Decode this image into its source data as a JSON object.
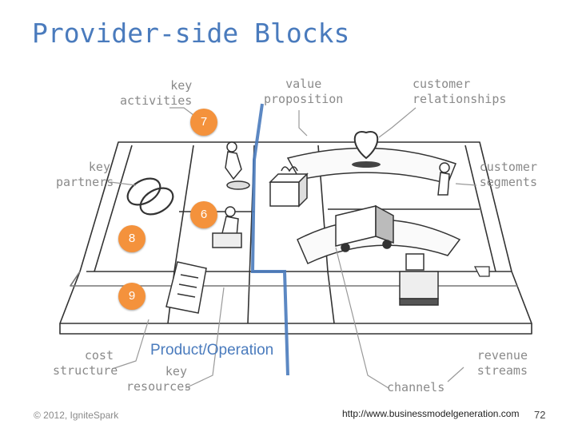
{
  "title": "Provider-side Blocks",
  "labels": {
    "key_activities": [
      "key",
      "activities"
    ],
    "value_proposition": [
      "value",
      "proposition"
    ],
    "customer_relationships": [
      "customer",
      "relationships"
    ],
    "key_partners": [
      "key",
      "partners"
    ],
    "customer_segments": [
      "customer",
      "segments"
    ],
    "cost_structure": [
      "cost",
      "structure"
    ],
    "key_resources": [
      "key",
      "resources"
    ],
    "revenue_streams": [
      "revenue",
      "streams"
    ],
    "channels": "channels"
  },
  "badges": {
    "b7": "7",
    "b6": "6",
    "b8": "8",
    "b9": "9"
  },
  "product_operation": "Product/Operation",
  "footer": {
    "copyright": "© 2012, IgniteSpark",
    "url": "http://www.businessmodelgeneration.com",
    "page": "72"
  },
  "colors": {
    "accent_blue": "#4a7bbd",
    "badge_orange": "#f4923c",
    "label_gray": "#8a8a8a"
  }
}
